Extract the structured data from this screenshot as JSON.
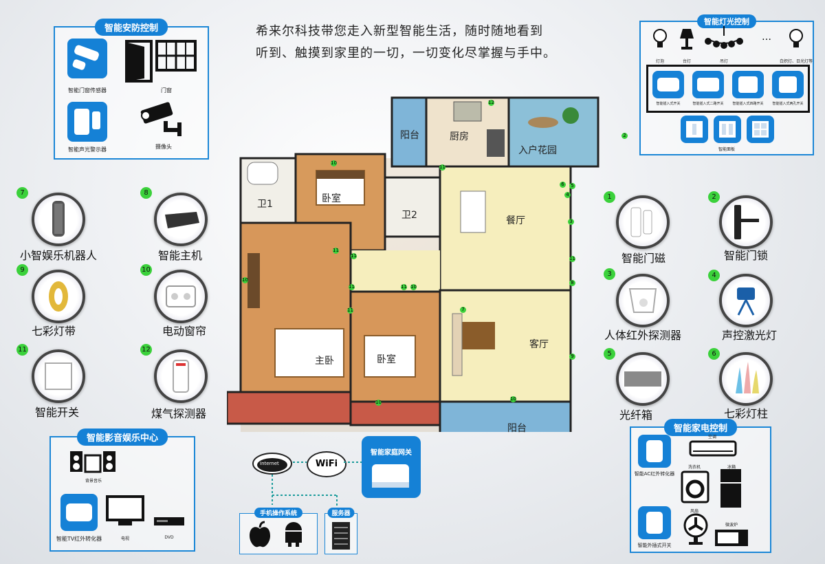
{
  "intro": {
    "line1": "希来尔科技带您走入新型智能生活，随时随地看到",
    "line2": "听到、触摸到家里的一切，一切变化尽掌握与手中。"
  },
  "security": {
    "title": "智能安防控制",
    "door_sensor": "智能门窗传感器",
    "door_window": "门窗",
    "alarm": "智能声光警示器",
    "camera": "摄像头"
  },
  "lighting": {
    "title": "智能灯光控制",
    "lamps": [
      "灯泡",
      "台灯",
      "吊灯",
      "…",
      "白炽灯、日光灯等"
    ],
    "switches": [
      "智能插入式开关",
      "智能插入式二路开关",
      "智能插入式四路开关",
      "智能插入式两孔开关"
    ],
    "panel": "智能面板"
  },
  "entertainment": {
    "title": "智能影音娱乐中心",
    "music": "背景音乐",
    "converter": "智能TV红外转化器",
    "tv": "电视",
    "dvd": "DVD"
  },
  "appliance": {
    "title": "智能家电控制",
    "ac": "空调",
    "ac_converter": "智能AC红外转化器",
    "washer": "洗衣机",
    "fridge": "冰箱",
    "fan": "风扇",
    "microwave": "微波炉",
    "plug": "智能外插式开关"
  },
  "network": {
    "internet": "Internet",
    "wifi": "WiFi",
    "gateway": "智能家庭网关",
    "mobile": "手机操作系统",
    "server": "服务器"
  },
  "devices": [
    {
      "num": "7",
      "label": "小智娱乐机器人"
    },
    {
      "num": "8",
      "label": "智能主机"
    },
    {
      "num": "9",
      "label": "七彩灯带"
    },
    {
      "num": "10",
      "label": "电动窗帘"
    },
    {
      "num": "11",
      "label": "智能开关"
    },
    {
      "num": "12",
      "label": "煤气探测器"
    },
    {
      "num": "1",
      "label": "智能门磁"
    },
    {
      "num": "2",
      "label": "智能门锁"
    },
    {
      "num": "3",
      "label": "人体红外探测器"
    },
    {
      "num": "4",
      "label": "声控激光灯"
    },
    {
      "num": "5",
      "label": "光纤箱"
    },
    {
      "num": "6",
      "label": "七彩灯柱"
    }
  ],
  "rooms": {
    "balcony_top": "阳台",
    "kitchen": "厨房",
    "garden": "入户花园",
    "bath1": "卫1",
    "bedroom1": "卧室",
    "bath2": "卫2",
    "dining": "餐厅",
    "master": "主卧",
    "bedroom2": "卧室",
    "living": "客厅",
    "balcony_bottom": "阳台"
  },
  "markers": [
    "12",
    "2",
    "10",
    "11",
    "6",
    "5",
    "4",
    "3",
    "11",
    "10",
    "11",
    "11",
    "11",
    "11",
    "8",
    "11",
    "7",
    "9",
    "10",
    "10",
    "10"
  ]
}
